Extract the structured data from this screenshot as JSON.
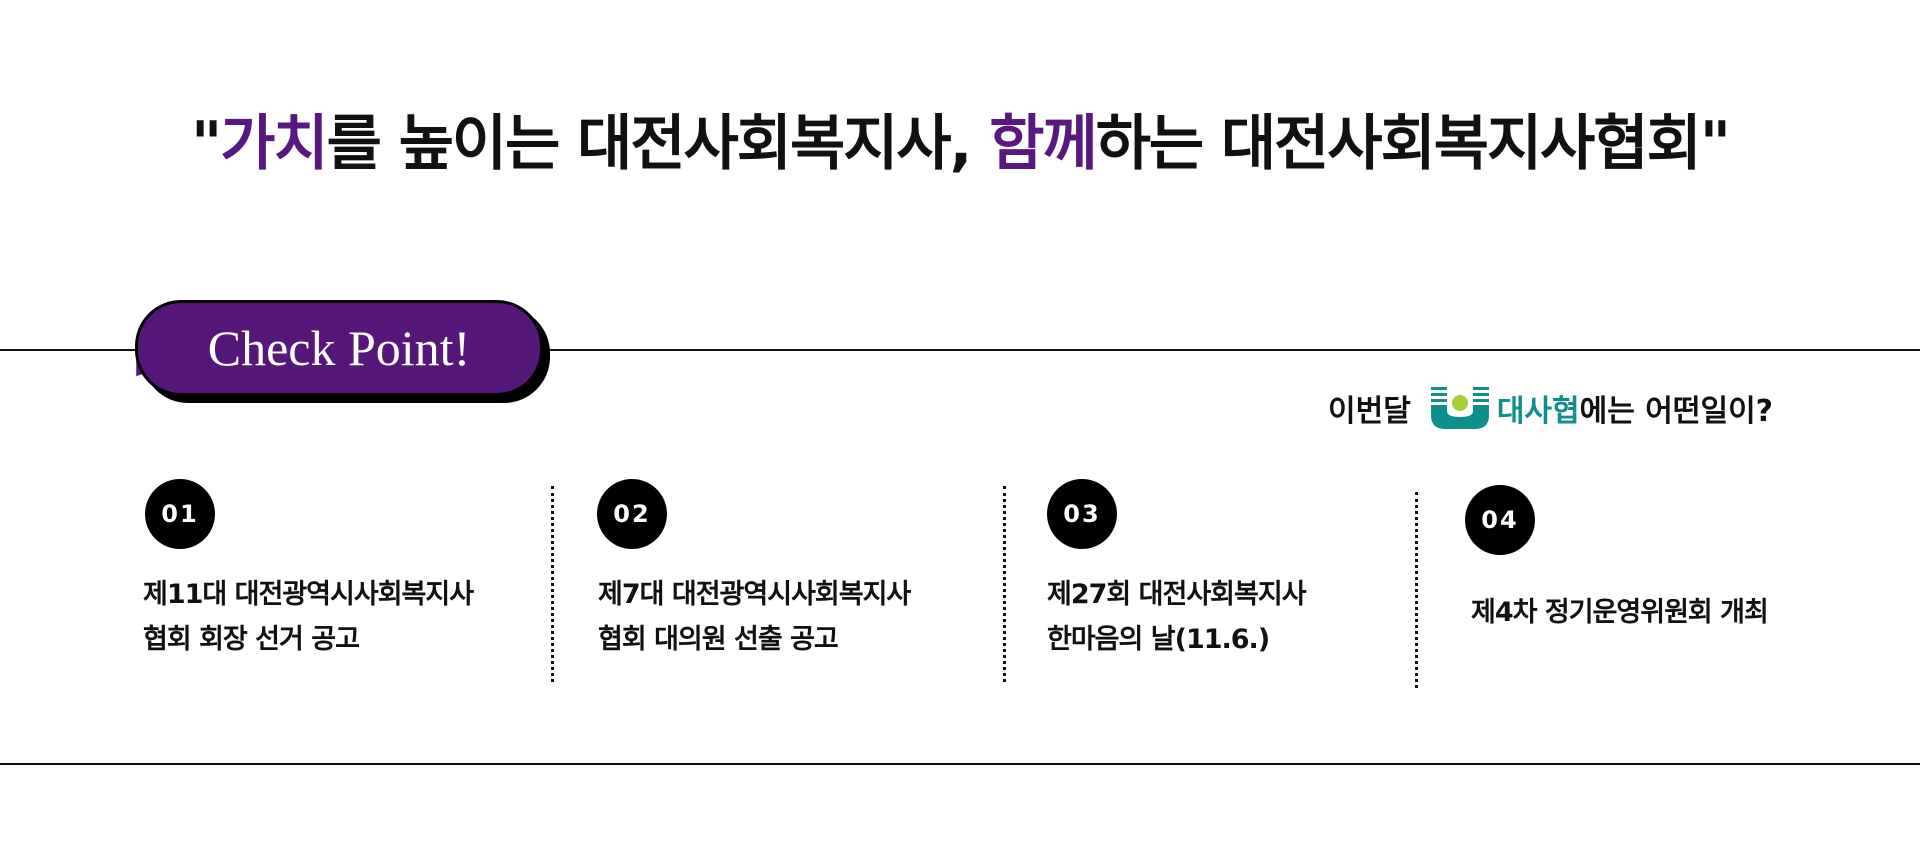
{
  "title": {
    "q1": "\"",
    "hl1": "가치",
    "p1": "를 높이는 대전사회복지사, ",
    "hl2": "함께",
    "p2": "하는 대전사회복지사협회\""
  },
  "badge": "Check Point!",
  "subtitle": {
    "pre": "이번달",
    "brand": "대사협",
    "post": "에는 어떤일이?"
  },
  "items": [
    {
      "num": "01",
      "line1": "제11대 대전광역시사회복지사",
      "line2": "협회 회장 선거 공고"
    },
    {
      "num": "02",
      "line1": "제7대 대전광역시사회복지사",
      "line2": "협회 대의원 선출 공고"
    },
    {
      "num": "03",
      "line1": "제27회 대전사회복지사",
      "line2": "한마음의 날(11.6.)"
    },
    {
      "num": "04",
      "line1": "제4차 정기운영위원회 개최"
    }
  ],
  "colors": {
    "purple": "#55187a",
    "teal": "#0f8f8c",
    "green": "#a8cf38"
  }
}
